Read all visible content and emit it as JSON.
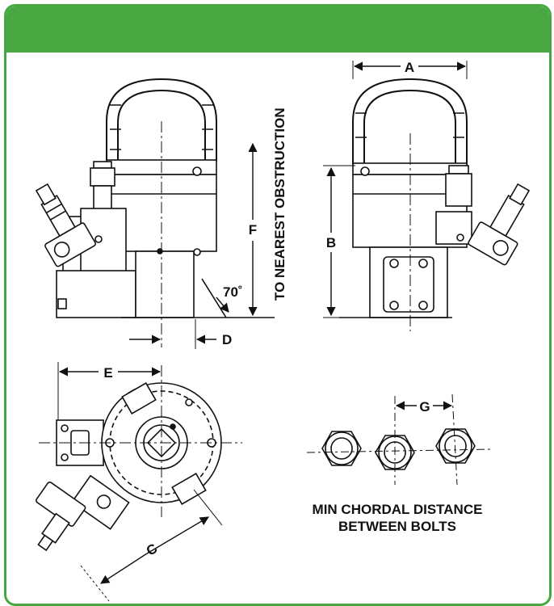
{
  "labels": {
    "a": "A",
    "b": "B",
    "c": "C",
    "d": "D",
    "e": "E",
    "f": "F",
    "g": "G",
    "angle": "70˚",
    "obstruction": "TO NEAREST OBSTRUCTION"
  },
  "caption": {
    "line1": "MIN CHORDAL DISTANCE",
    "line2": "BETWEEN BOLTS"
  },
  "colors": {
    "brand_green": "#4aa843",
    "line": "#111111"
  }
}
